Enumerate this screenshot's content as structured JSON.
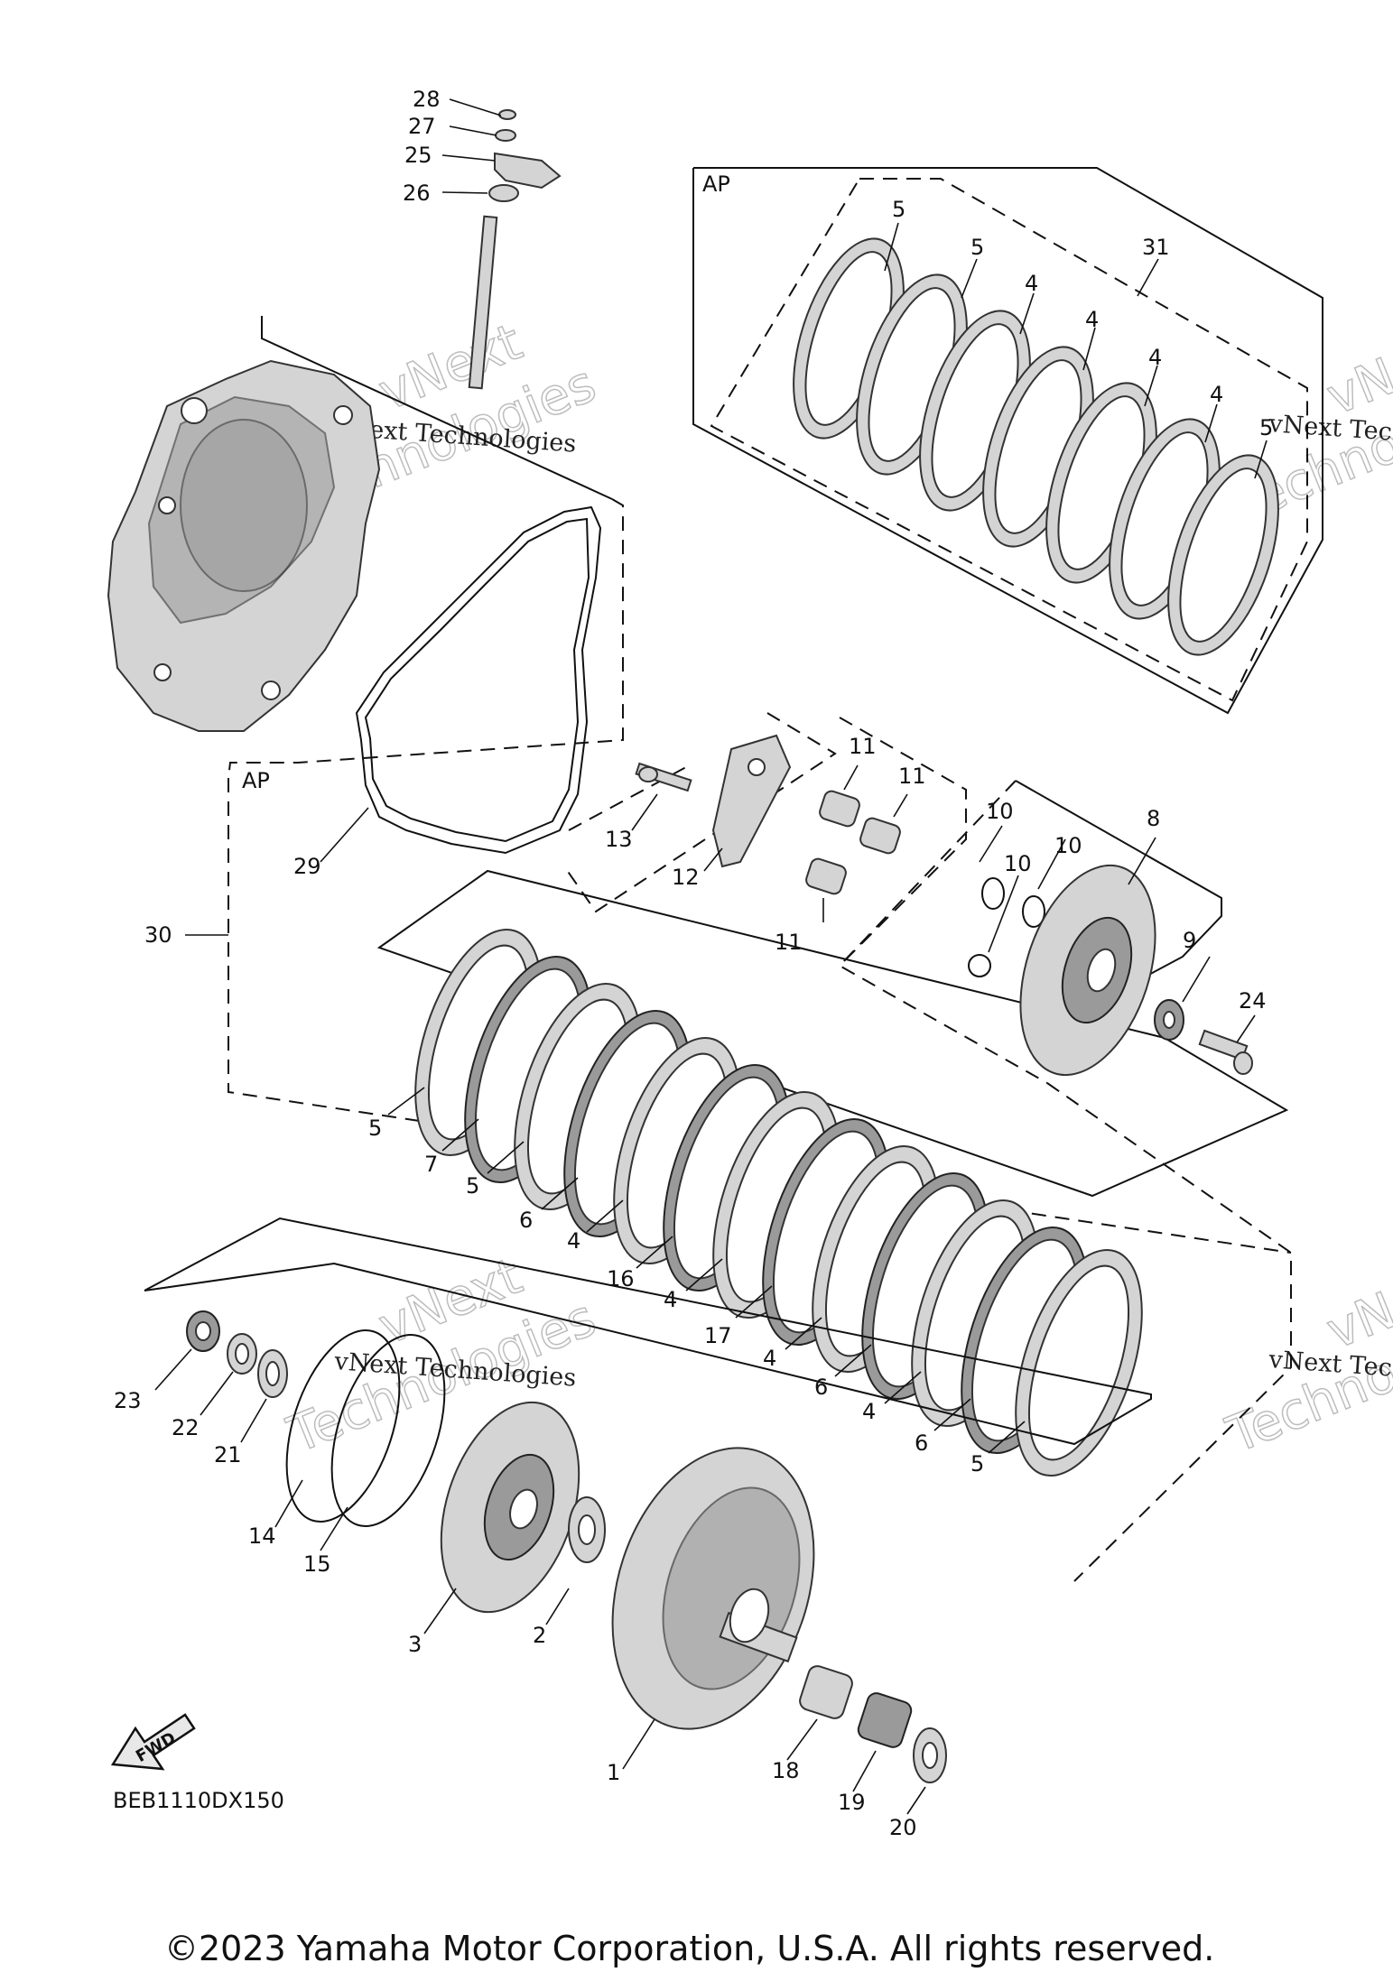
{
  "drawing_code": "BEB1110DX150",
  "copyright": "©2023 Yamaha Motor Corporation, U.S.A. All rights reserved.",
  "assembly_tag": "AP",
  "fwd_label": "FWD",
  "watermark": {
    "brand": "vNext",
    "word": "Technologies",
    "line": "vNext Technologies",
    "line_cut": "vNext Tec",
    "word_cut": "Techno"
  },
  "callouts": [
    "1",
    "2",
    "3",
    "4",
    "5",
    "6",
    "7",
    "8",
    "9",
    "10",
    "11",
    "12",
    "13",
    "14",
    "15",
    "16",
    "17",
    "18",
    "19",
    "20",
    "21",
    "22",
    "23",
    "24",
    "25",
    "26",
    "27",
    "28",
    "29",
    "30",
    "31"
  ]
}
